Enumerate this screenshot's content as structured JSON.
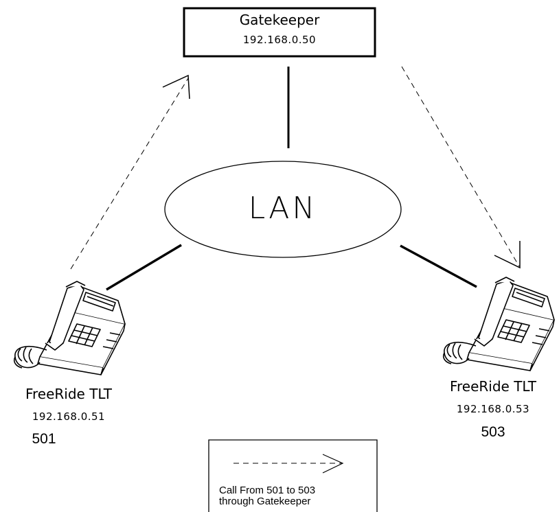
{
  "gatekeeper": {
    "title": "Gatekeeper",
    "ip": "192.168.0.50"
  },
  "lan": {
    "label": "LAN"
  },
  "phone_left": {
    "model": "FreeRide TLT",
    "ip": "192.168.0.51",
    "extension": "501"
  },
  "phone_right": {
    "model": "FreeRide TLT",
    "ip": "192.168.0.53",
    "extension": "503"
  },
  "legend": {
    "line1": "Call From 501 to 503",
    "line2": "through Gatekeeper"
  },
  "colors": {
    "stroke": "#000000",
    "background": "#ffffff",
    "phone_fill": "#ffffff"
  },
  "icons": {
    "phone": "desk-phone-icon",
    "network": "lan-ellipse",
    "server": "gatekeeper-box"
  }
}
